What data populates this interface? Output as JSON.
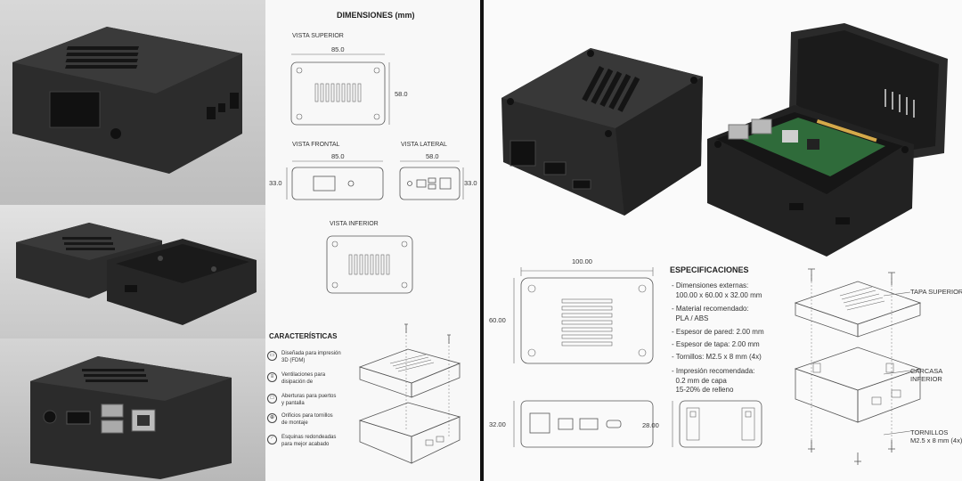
{
  "left_drawing": {
    "title": "DIMENSIONES (mm)",
    "top_view": {
      "label": "VISTA SUPERIOR",
      "width": "85.0",
      "height": "58.0"
    },
    "front_view": {
      "label": "VISTA FRONTAL",
      "width": "85.0",
      "height": "33.0"
    },
    "side_view": {
      "label": "VISTA LATERAL",
      "width": "58.0",
      "height": "33.0"
    },
    "bottom_view": {
      "label": "VISTA INFERIOR"
    },
    "features_title": "CARACTERÍSTICAS",
    "features": [
      {
        "icon": "printer-icon",
        "line1": "Diseñada para impresión",
        "line2": "3D (FDM)"
      },
      {
        "icon": "vent-icon",
        "line1": "Ventilaciones para",
        "line2": "disipación de"
      },
      {
        "icon": "port-icon",
        "line1": "Aberturas para puertos",
        "line2": "y pantalla"
      },
      {
        "icon": "screw-icon",
        "line1": "Orificios para tornillos",
        "line2": "de montaje"
      },
      {
        "icon": "corner-icon",
        "line1": "Esquinas redondeadas",
        "line2": "para mejor acabado"
      }
    ]
  },
  "right_sheet": {
    "top_width": "100.00",
    "top_height": "60.00",
    "front_height": "32.00",
    "side_height": "28.00",
    "specs_title": "ESPECIFICACIONES",
    "specs": [
      {
        "line1": "- Dimensiones externas:",
        "line2": "100.00 x 60.00 x 32.00 mm"
      },
      {
        "line1": "- Material recomendado:",
        "line2": "PLA / ABS"
      },
      {
        "line1": "- Espesor de pared: 2.00 mm",
        "line2": ""
      },
      {
        "line1": "- Espesor de tapa: 2.00 mm",
        "line2": ""
      },
      {
        "line1": "- Tornillos: M2.5 x 8 mm (4x)",
        "line2": ""
      },
      {
        "line1": "- Impresión recomendada:",
        "line2": "0.2 mm de capa",
        "line3": "15-20% de relleno"
      }
    ],
    "callouts": {
      "lid": "TAPA SUPERIOR",
      "base_l1": "CARCASA",
      "base_l2": "INFERIOR",
      "screws_l1": "TORNILLOS",
      "screws_l2": "M2.5 x 8 mm (4x)"
    }
  },
  "colors": {
    "case": "#2a2a2a",
    "board": "#2f6b3a",
    "background": "#fafafa"
  }
}
